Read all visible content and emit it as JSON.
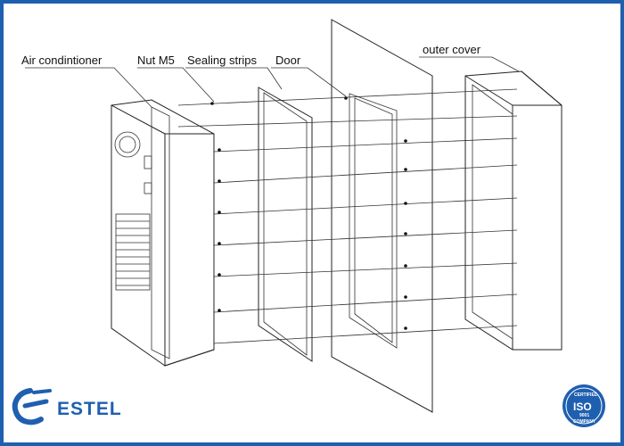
{
  "labels": {
    "air_conditioner": "Air condintioner",
    "nut": "Nut M5",
    "sealing": "Sealing strips",
    "door": "Door",
    "outer_cover": "outer cover"
  },
  "brand": {
    "name": "ESTEL",
    "color": "#1f5fb0"
  },
  "certification": {
    "badge": "ISO",
    "top_text": "CERTIFIED",
    "bottom_text": "COMPANY",
    "standard": "9001",
    "color": "#1f5fb0"
  },
  "frame_color": "#1f5fb0"
}
